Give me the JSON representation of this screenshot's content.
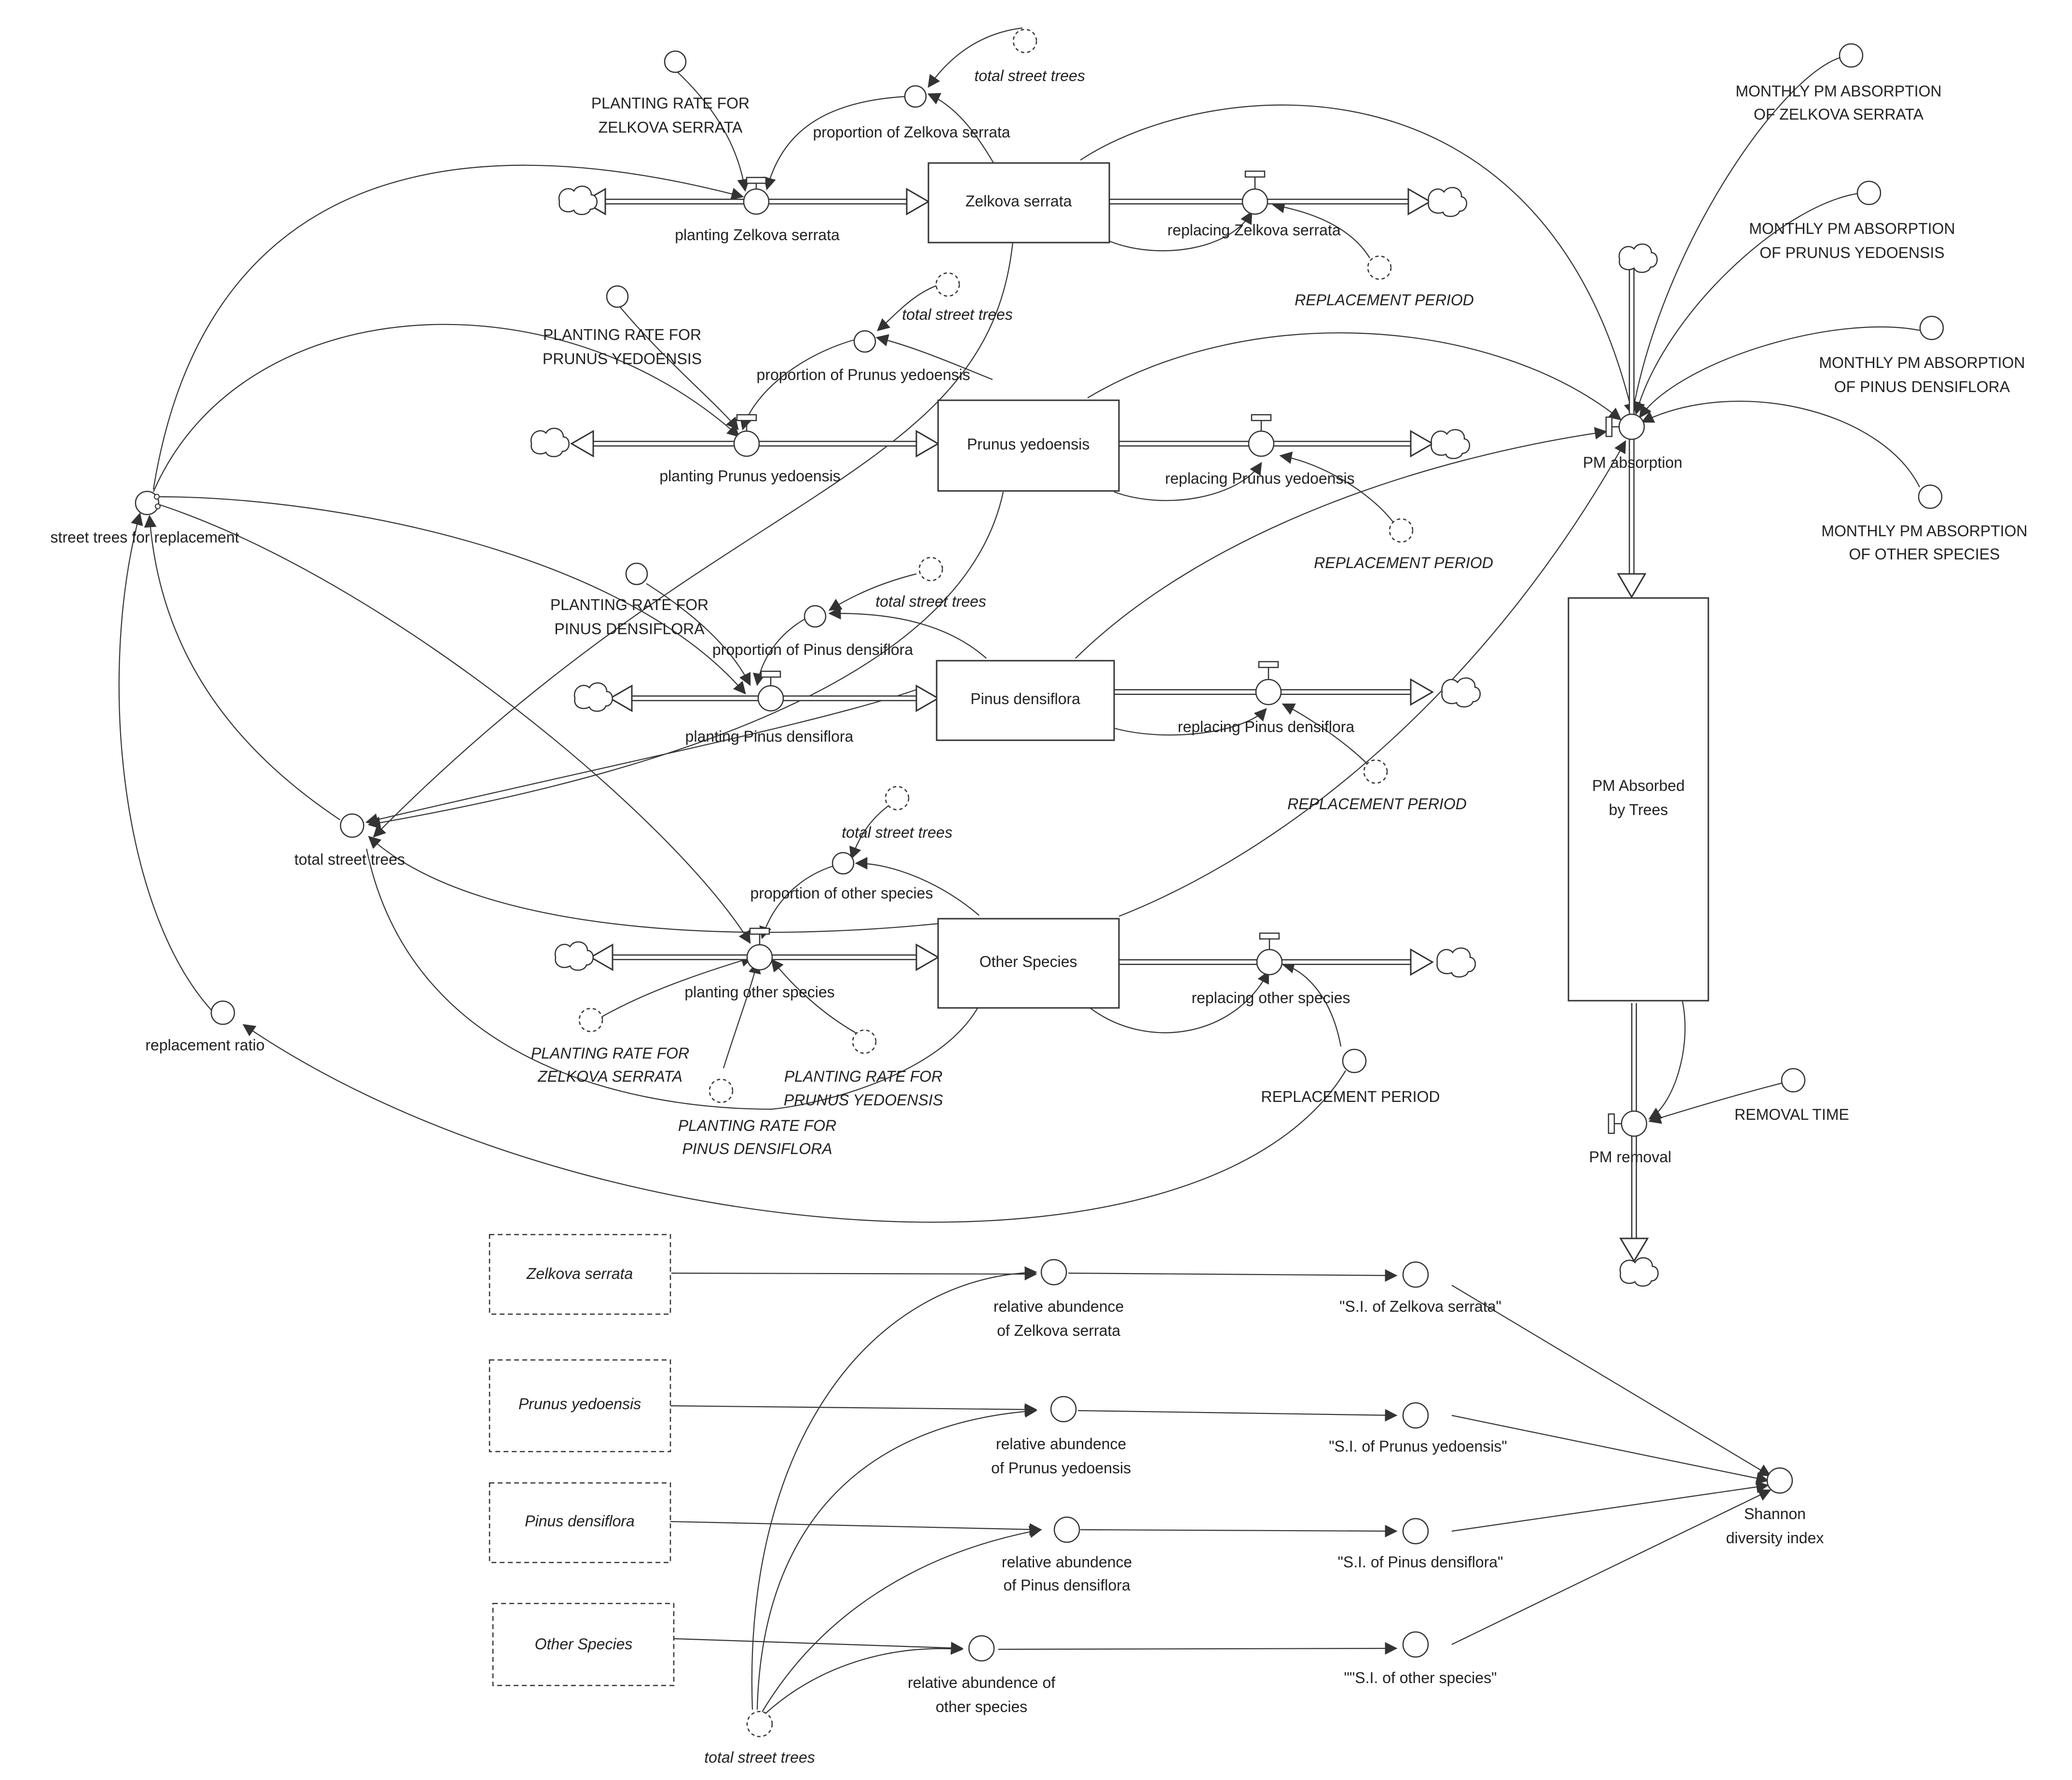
{
  "stocks": {
    "zelkova": "Zelkova serrata",
    "prunus": "Prunus yedoensis",
    "pinus": "Pinus densiflora",
    "other": "Other Species",
    "pm_line1": "PM Absorbed",
    "pm_line2": "by Trees"
  },
  "flows": {
    "planting_zelkova": "planting Zelkova serrata",
    "planting_prunus": "planting Prunus yedoensis",
    "planting_pinus": "planting Pinus densiflora",
    "planting_other": "planting other species",
    "replacing_zelkova": "replacing Zelkova serrata",
    "replacing_prunus": "replacing Prunus yedoensis",
    "replacing_pinus": "replacing Pinus densiflora",
    "replacing_other": "replacing other species",
    "pm_absorption": "PM absorption",
    "pm_removal": "PM removal"
  },
  "variables": {
    "rate_zelkova_1": "PLANTING RATE FOR",
    "rate_zelkova_2": "ZELKOVA SERRATA",
    "rate_prunus_1": "PLANTING RATE FOR",
    "rate_prunus_2": "PRUNUS YEDOENSIS",
    "rate_pinus_1": "PLANTING RATE FOR",
    "rate_pinus_2": "PINUS DENSIFLORA",
    "prop_zelkova": "proportion of Zelkova serrata",
    "prop_prunus": "proportion of Prunus yedoensis",
    "prop_pinus": "proportion of Pinus densiflora",
    "prop_other": "proportion of other species",
    "street_trees_replacement": "street trees for replacement",
    "total_street_trees": "total street trees",
    "replacement_ratio": "replacement ratio",
    "replacement_period": "REPLACEMENT PERIOD",
    "removal_time": "REMOVAL TIME",
    "abs_zelkova_1": "MONTHLY PM ABSORPTION",
    "abs_zelkova_2": "OF ZELKOVA SERRATA",
    "abs_prunus_1": "MONTHLY PM ABSORPTION",
    "abs_prunus_2": "OF PRUNUS YEDOENSIS",
    "abs_pinus_1": "MONTHLY PM ABSORPTION",
    "abs_pinus_2": "OF PINUS DENSIFLORA",
    "abs_other_1": "MONTHLY PM ABSORPTION",
    "abs_other_2": "OF OTHER SPECIES"
  },
  "shadows": {
    "total_street_trees": "total street trees",
    "replacement_period": "REPLACEMENT PERIOD",
    "rate_zelkova_1": "PLANTING RATE FOR",
    "rate_zelkova_2": "ZELKOVA SERRATA",
    "rate_prunus_1": "PLANTING RATE FOR",
    "rate_prunus_2": "PRUNUS YEDOENSIS",
    "rate_pinus_1": "PLANTING RATE FOR",
    "rate_pinus_2": "PINUS DENSIFLORA"
  },
  "diversity": {
    "shadow_zelkova": "Zelkova serrata",
    "shadow_prunus": "Prunus yedoensis",
    "shadow_pinus": "Pinus densiflora",
    "shadow_other": "Other Species",
    "ra_zelkova_1": "relative abundence",
    "ra_zelkova_2": "of Zelkova serrata",
    "ra_prunus_1": "relative abundence",
    "ra_prunus_2": "of Prunus yedoensis",
    "ra_pinus_1": "relative abundence",
    "ra_pinus_2": "of Pinus densiflora",
    "ra_other_1": "relative abundence of",
    "ra_other_2": "other species",
    "si_zelkova": "\"S.I. of Zelkova serrata\"",
    "si_prunus": "\"S.I. of Prunus yedoensis\"",
    "si_pinus": "\"S.I. of Pinus densiflora\"",
    "si_other": "\"\"S.I. of other species\"",
    "shannon_1": "Shannon",
    "shannon_2": "diversity index",
    "total_street_trees": "total street trees"
  }
}
